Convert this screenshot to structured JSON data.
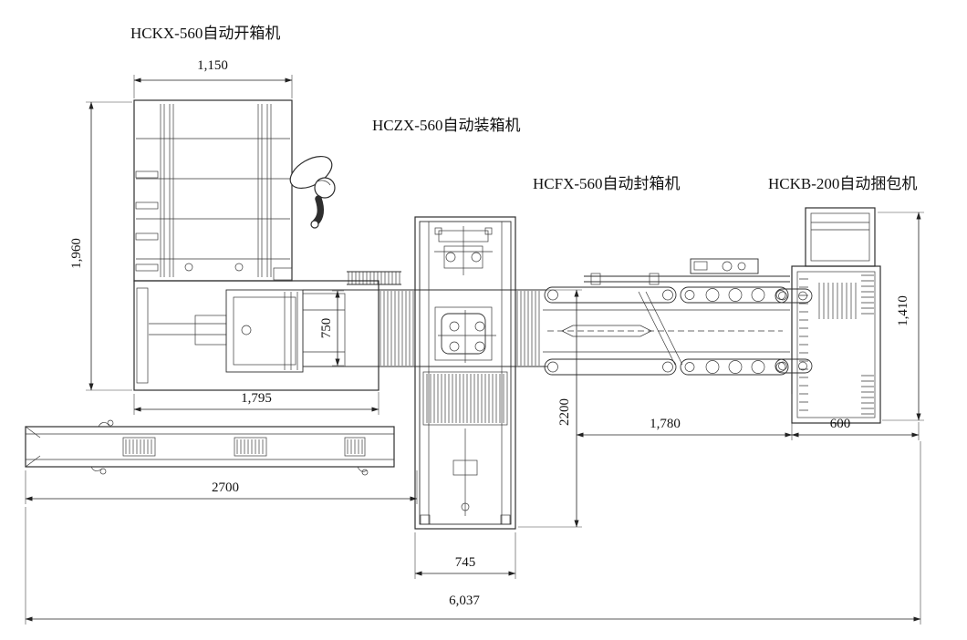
{
  "machines": {
    "opener_label": "HCKX-560自动开箱机",
    "packer_label": "HCZX-560自动装箱机",
    "sealer_label": "HCFX-560自动封箱机",
    "strapper_label": "HCKB-200自动捆包机"
  },
  "dims": {
    "opener_width": "1,150",
    "opener_depth": "1,960",
    "infeed_width": "750",
    "opener_length": "1,795",
    "outfeed_length": "2700",
    "packer_width": "745",
    "packer_depth": "2200",
    "sealer_length": "1,780",
    "strapper_width": "600",
    "strapper_depth": "1,410",
    "total_length": "6,037"
  },
  "colors": {
    "line": "#2e2e2e",
    "background": "#ffffff"
  }
}
